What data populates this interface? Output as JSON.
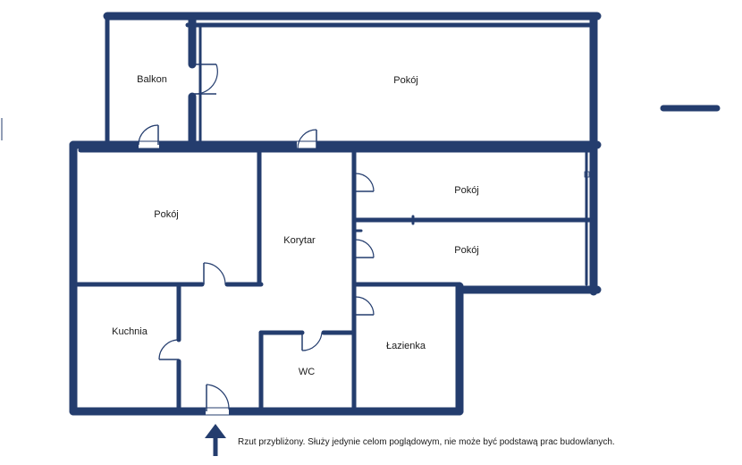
{
  "floor_plan": {
    "rooms": [
      {
        "id": "balkon",
        "label": "Balkon"
      },
      {
        "id": "pokoj-top",
        "label": "Pokój"
      },
      {
        "id": "pokoj-left",
        "label": "Pokój"
      },
      {
        "id": "korytarz",
        "label": "Korytar"
      },
      {
        "id": "pokoj-mid",
        "label": "Pokój"
      },
      {
        "id": "pokoj-lower",
        "label": "Pokój"
      },
      {
        "id": "kuchnia",
        "label": "Kuchnia"
      },
      {
        "id": "wc",
        "label": "WC"
      },
      {
        "id": "lazienka",
        "label": "Łazienka"
      }
    ],
    "note": "Rzut przybliżony. Służy jedynie celom poglądowym, nie może być podstawą prac budowlanych."
  },
  "colors": {
    "wall": "#243d6e",
    "background": "#ffffff"
  }
}
